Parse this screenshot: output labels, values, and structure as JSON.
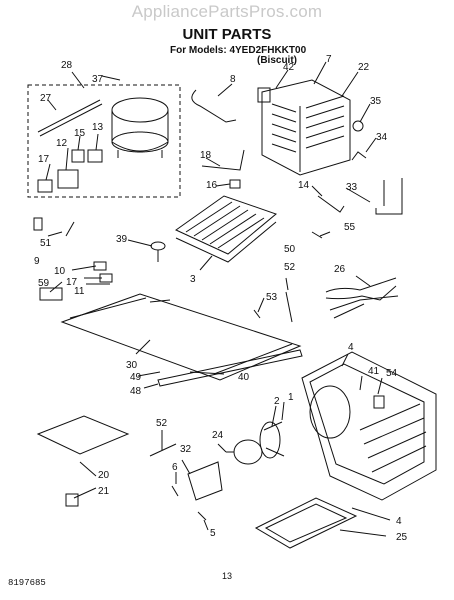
{
  "watermark": "AppliancePartsPros.com",
  "title": "UNIT PARTS",
  "models_line": "For Models: 4YED2FHKKT00",
  "color_line": "(Biscuit)",
  "doc_number": "8197685",
  "page_number": "13",
  "callouts": [
    "28",
    "37",
    "8",
    "42",
    "7",
    "22",
    "27",
    "13",
    "15",
    "12",
    "17",
    "35",
    "18",
    "16",
    "34",
    "14",
    "33",
    "39",
    "51",
    "9",
    "50",
    "55",
    "10",
    "17",
    "11",
    "3",
    "59",
    "52",
    "26",
    "53",
    "30",
    "49",
    "40",
    "48",
    "4",
    "41",
    "54",
    "2",
    "1",
    "52",
    "32",
    "24",
    "6",
    "20",
    "21",
    "5",
    "4",
    "25"
  ]
}
